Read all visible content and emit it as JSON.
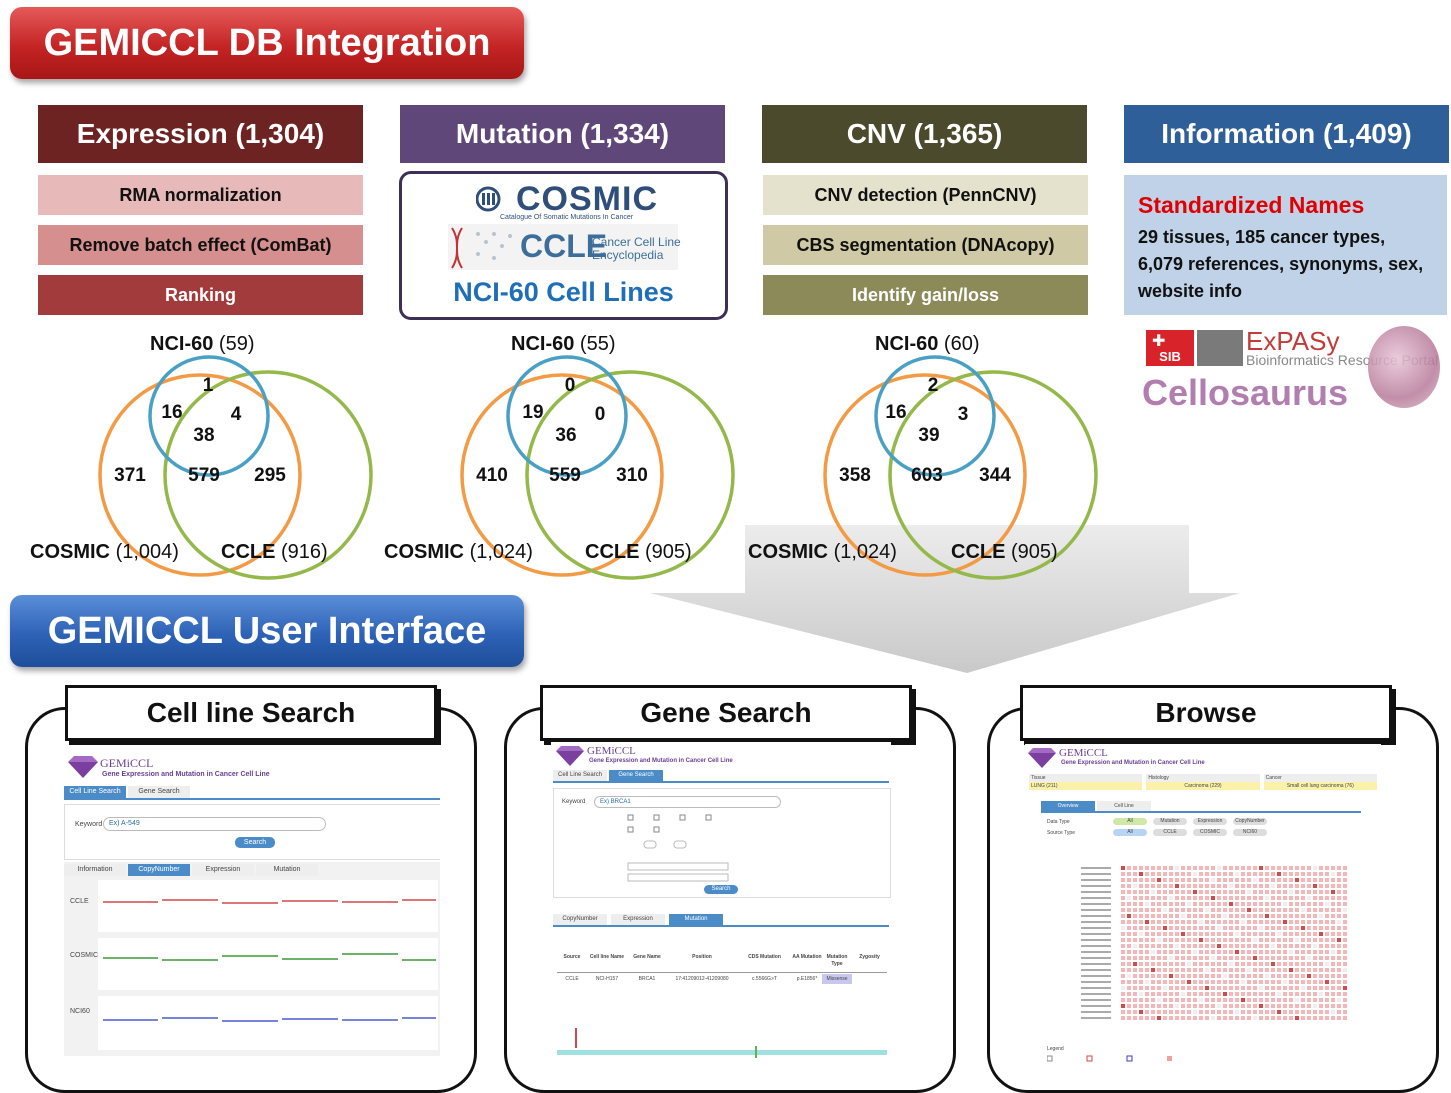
{
  "db_banner": "GEMICCL DB Integration",
  "ui_banner": "GEMICCL User Interface",
  "columns": {
    "expression": {
      "title": "Expression (1,304)",
      "color": "#6e2323",
      "steps": [
        "RMA normalization",
        "Remove batch effect (ComBat)",
        "Ranking"
      ]
    },
    "mutation": {
      "title": "Mutation (1,334)",
      "color": "#5f4879",
      "sources": {
        "cosmic": "COSMIC",
        "cosmic_sub": "Catalogue Of Somatic Mutations In Cancer",
        "ccle": "CCLE",
        "ccle_sub1": "Cancer Cell Line",
        "ccle_sub2": "Encyclopedia",
        "nci": "NCI-60 Cell Lines"
      }
    },
    "cnv": {
      "title": "CNV (1,365)",
      "color": "#4b4a2c",
      "steps": [
        "CNV detection (PennCNV)",
        "CBS segmentation (DNAcopy)",
        "Identify gain/loss"
      ]
    },
    "information": {
      "title": "Information (1,409)",
      "color": "#2f5f99",
      "standardized": "Standardized Names",
      "lines": [
        "29 tissues, 185 cancer types,",
        "6,079 references, synonyms, sex,",
        "website info"
      ],
      "logo_sib": "SIB",
      "logo_expasy": "ExPASy",
      "logo_expasy_sub": "Bioinformatics Resource Portal",
      "logo_cello": "Cellosaurus"
    }
  },
  "venns": [
    {
      "nci_label": "NCI-60",
      "nci_count": "(59)",
      "cosmic_label": "COSMIC",
      "cosmic_count": "(1,004)",
      "ccle_label": "CCLE",
      "ccle_count": "(916)",
      "values": {
        "nci_only": "1",
        "nci_cosmic": "16",
        "nci_ccle": "4",
        "all": "38",
        "cosmic_only": "371",
        "cosmic_ccle": "579",
        "ccle_only": "295"
      }
    },
    {
      "nci_label": "NCI-60",
      "nci_count": "(55)",
      "cosmic_label": "COSMIC",
      "cosmic_count": "(1,024)",
      "ccle_label": "CCLE",
      "ccle_count": "(905)",
      "values": {
        "nci_only": "0",
        "nci_cosmic": "19",
        "nci_ccle": "0",
        "all": "36",
        "cosmic_only": "410",
        "cosmic_ccle": "559",
        "ccle_only": "310"
      }
    },
    {
      "nci_label": "NCI-60",
      "nci_count": "(60)",
      "cosmic_label": "COSMIC",
      "cosmic_count": "(1,024)",
      "ccle_label": "CCLE",
      "ccle_count": "(905)",
      "values": {
        "nci_only": "2",
        "nci_cosmic": "16",
        "nci_ccle": "3",
        "all": "39",
        "cosmic_only": "358",
        "cosmic_ccle": "603",
        "ccle_only": "344"
      }
    }
  ],
  "panels": {
    "cell_line": {
      "title": "Cell line Search",
      "logo": "GEMiCCL",
      "logo_sub": "Gene Expression and Mutation in Cancer Cell Line",
      "tabs": [
        "Cell Line Search",
        "Gene Search"
      ],
      "keyword_label": "Keyword",
      "keyword_value": "Ex) A-549",
      "search": "Search",
      "subtabs": [
        "Information",
        "CopyNumber",
        "Expression",
        "Mutation"
      ],
      "tracks": [
        "CCLE",
        "COSMIC",
        "NCI60"
      ]
    },
    "gene": {
      "title": "Gene Search",
      "logo": "GEMiCCL",
      "logo_sub": "Gene Expression and Mutation in Cancer Cell Line",
      "tabs": [
        "Cell Line Search",
        "Gene Search"
      ],
      "keyword_label": "Keyword",
      "keyword_value": "Ex) BRCA1",
      "search": "Search",
      "subtabs": [
        "CopyNumber",
        "Expression",
        "Mutation"
      ],
      "table_headers": [
        "Source",
        "Cell line Name",
        "Gene Name",
        "Position",
        "CDS Mutation",
        "AA Mutation",
        "Mutation Type",
        "Zygosity"
      ],
      "table_row": [
        "CCLE",
        "NCI-H157",
        "BRCA1",
        "17:41209012-41209080",
        "c.5566G>T",
        "p.E1856*",
        "Missense",
        ""
      ]
    },
    "browse": {
      "title": "Browse",
      "logo": "GEMiCCL",
      "logo_sub": "Gene Expression and Mutation in Cancer Cell Line",
      "filters": [
        "Tissue",
        "Histology",
        "Cancer"
      ],
      "filter_values": [
        "LUNG (211)",
        "Carcinoma (229)",
        "Small cell lung carcinoma (76)"
      ],
      "subtabs": [
        "Overview",
        "Cell Line"
      ],
      "data_type": "Data Type",
      "source_type": "Source Type",
      "data_chips": [
        "All",
        "Mutation",
        "Expression",
        "CopyNumber"
      ],
      "source_chips": [
        "All",
        "CCLE",
        "COSMIC",
        "NCI60"
      ],
      "legend": "Legend"
    }
  }
}
